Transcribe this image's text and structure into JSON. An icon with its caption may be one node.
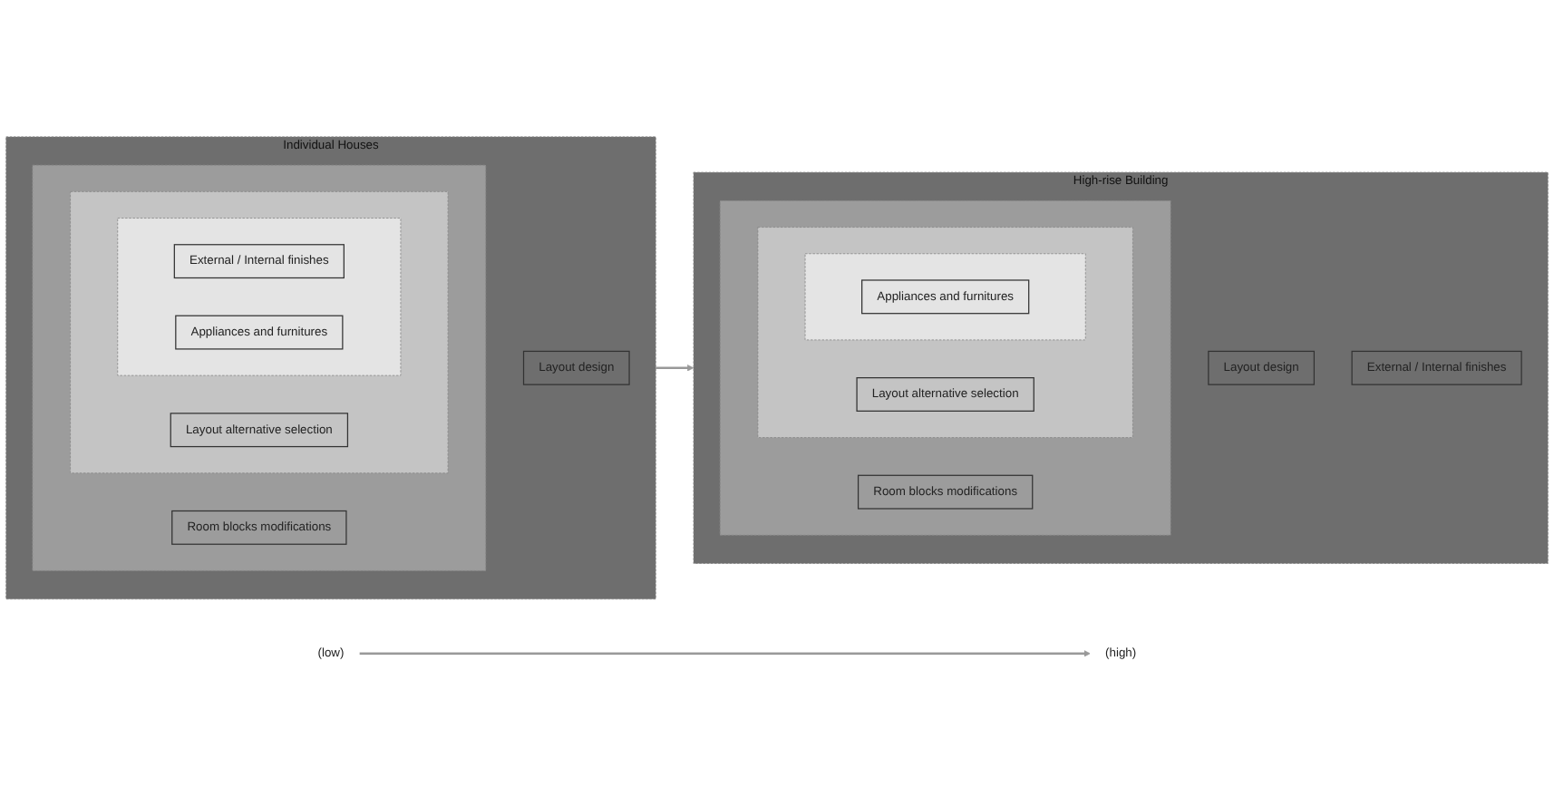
{
  "diagram": {
    "nodes": [
      {
        "text": [
          "Individual Houses"
        ]
      },
      {
        "text": [
          "Layout design"
        ],
        "in": 0
      },
      {
        "text": [],
        "shape": "box",
        "in": 0
      },
      {
        "text": [
          "Room blocks modifications"
        ],
        "in": 2
      },
      {
        "text": [],
        "shape": "box",
        "in": 2
      },
      {
        "text": [
          "Layout alternative selection"
        ],
        "in": 4
      },
      {
        "text": [],
        "shape": "box",
        "in": 4
      },
      {
        "text": [
          "External / Internal finishes"
        ],
        "in": 6
      },
      {
        "text": [
          "Appliances and furnitures"
        ],
        "in": 6
      },
      {
        "text": [
          "High-rise Building"
        ]
      },
      {
        "text": [
          "Layout design"
        ],
        "in": 9
      },
      {
        "text": [
          "External / Internal finishes"
        ],
        "in": 9
      },
      {
        "text": [],
        "shape": "box",
        "in": 9
      },
      {
        "text": [
          "Room blocks modifications"
        ],
        "in": 12
      },
      {
        "text": [],
        "shape": "box",
        "in": 12
      },
      {
        "text": [
          "Layout alternative selection"
        ],
        "in": 14
      },
      {
        "text": [],
        "shape": "box",
        "in": 14
      },
      {
        "text": [
          "Appliances and furnitures"
        ],
        "in": 16
      },
      {
        "text": [
          "(high)"
        ]
      },
      {
        "text": [
          "(low)"
        ]
      }
    ],
    "edges": [
      {
        "from": 0,
        "to": 9,
        "arrow": "to"
      },
      {
        "from": 19,
        "to": 18,
        "arrow": "to"
      }
    ]
  }
}
